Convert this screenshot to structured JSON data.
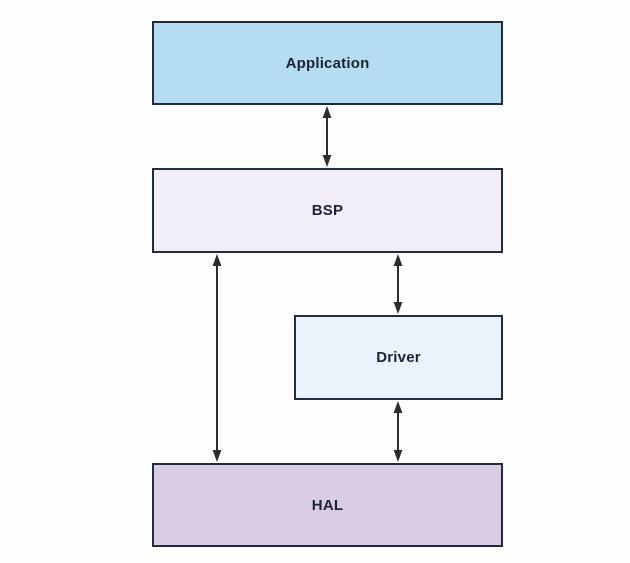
{
  "diagram": {
    "colors": {
      "canvas-bg": "#fdfdfd",
      "box-border": "#242b3c",
      "arrow": "#2d2d2d",
      "label": "#1d2335"
    },
    "nodes": [
      {
        "id": "application",
        "label": "Application",
        "fill": "#b5ddf2"
      },
      {
        "id": "bsp",
        "label": "BSP",
        "fill": "#f2eef7"
      },
      {
        "id": "driver",
        "label": "Driver",
        "fill": "#eaf3fb"
      },
      {
        "id": "hal",
        "label": "HAL",
        "fill": "#d9cde6"
      }
    ],
    "edges": [
      {
        "id": "application-bsp",
        "from": "Application",
        "to": "BSP",
        "type": "bidirectional"
      },
      {
        "id": "bsp-hal",
        "from": "BSP",
        "to": "HAL",
        "type": "bidirectional"
      },
      {
        "id": "bsp-driver",
        "from": "BSP",
        "to": "Driver",
        "type": "bidirectional"
      },
      {
        "id": "driver-hal",
        "from": "Driver",
        "to": "HAL",
        "type": "bidirectional"
      }
    ]
  }
}
